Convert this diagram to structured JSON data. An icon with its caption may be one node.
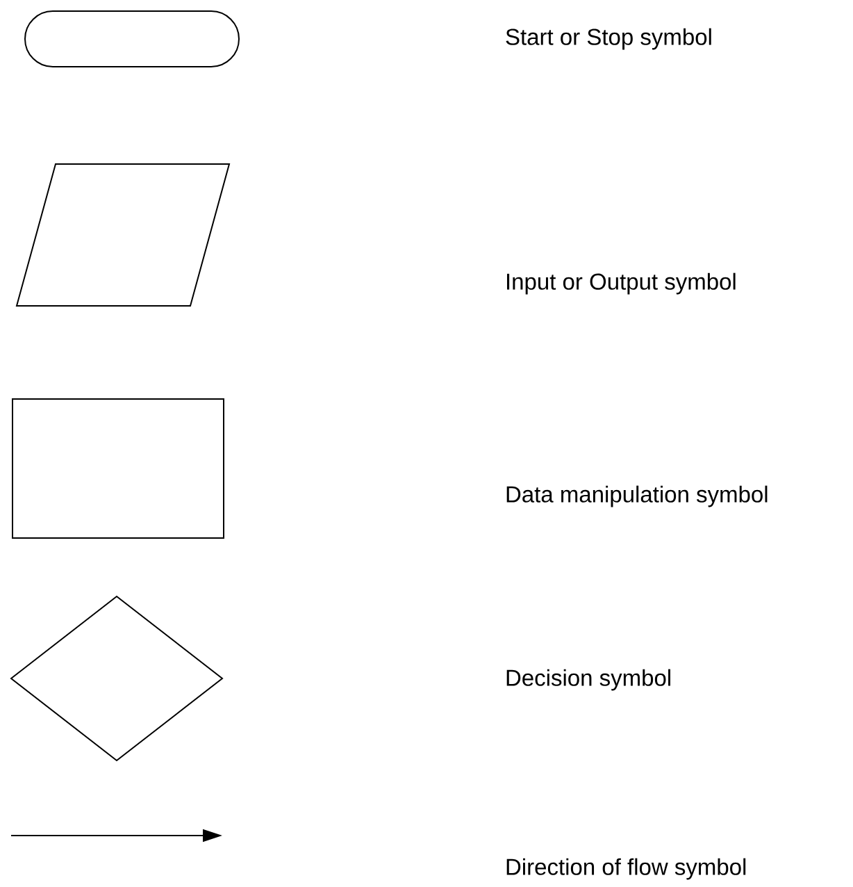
{
  "diagram": {
    "nodes": [
      {
        "text": [],
        "shape": "stadium"
      },
      {
        "text": [],
        "shape": "parallelogram"
      },
      {
        "text": [],
        "shape": "box"
      },
      {
        "text": [],
        "shape": "diamond"
      },
      {
        "text": [],
        "shape": "arrow"
      }
    ],
    "labels": [
      "Start or Stop symbol",
      "Input or Output symbol",
      "Data manipulation symbol",
      "Decision symbol",
      "Direction of flow symbol"
    ]
  }
}
